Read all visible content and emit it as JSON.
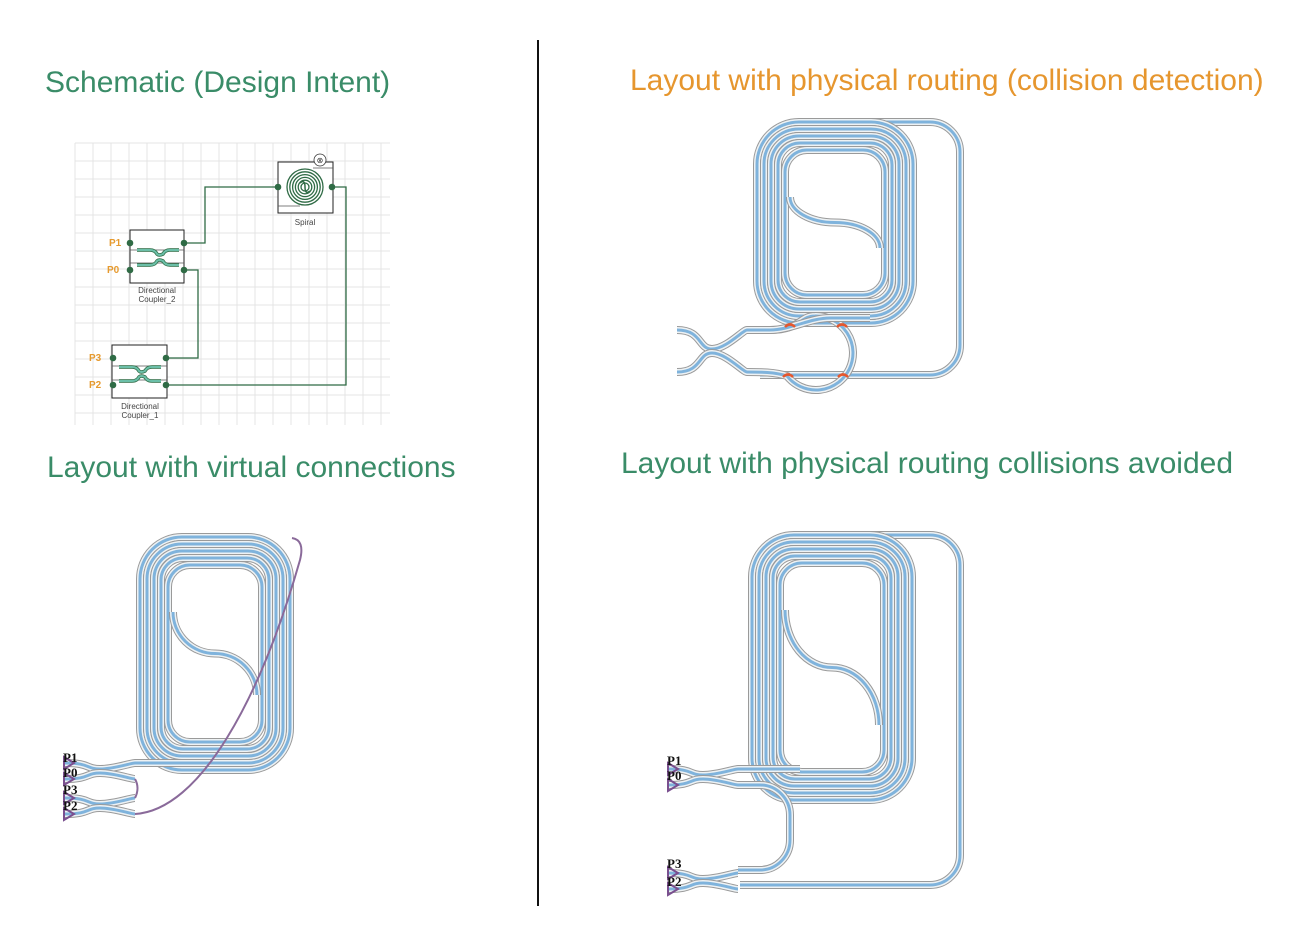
{
  "titles": {
    "schematic": "Schematic (Design Intent)",
    "collision": "Layout with physical routing (collision detection)",
    "virtual": "Layout with virtual connections",
    "avoided": "Layout with physical routing collisions avoided"
  },
  "schematic": {
    "spiral_label": "Spiral",
    "coupler2_label_line1": "Directional",
    "coupler2_label_line2": "Coupler_2",
    "coupler1_label_line1": "Directional",
    "coupler1_label_line2": "Coupler_1",
    "ports": {
      "p1": "P1",
      "p0": "P0",
      "p3": "P3",
      "p2": "P2"
    }
  },
  "virtual_ports": {
    "p1": "P1",
    "p0": "P0",
    "p3": "P3",
    "p2": "P2"
  },
  "avoided_ports": {
    "p1": "P1",
    "p0": "P0",
    "p3": "P3",
    "p2": "P2"
  },
  "colors": {
    "title_green": "#3a8c68",
    "title_orange": "#e6962e",
    "wire": "#2f6b45",
    "waveguide_core": "#7fb3dc",
    "waveguide_clad": "#9a9a9a",
    "collision": "#e4572e",
    "virtual_link": "#8a6a9a"
  }
}
